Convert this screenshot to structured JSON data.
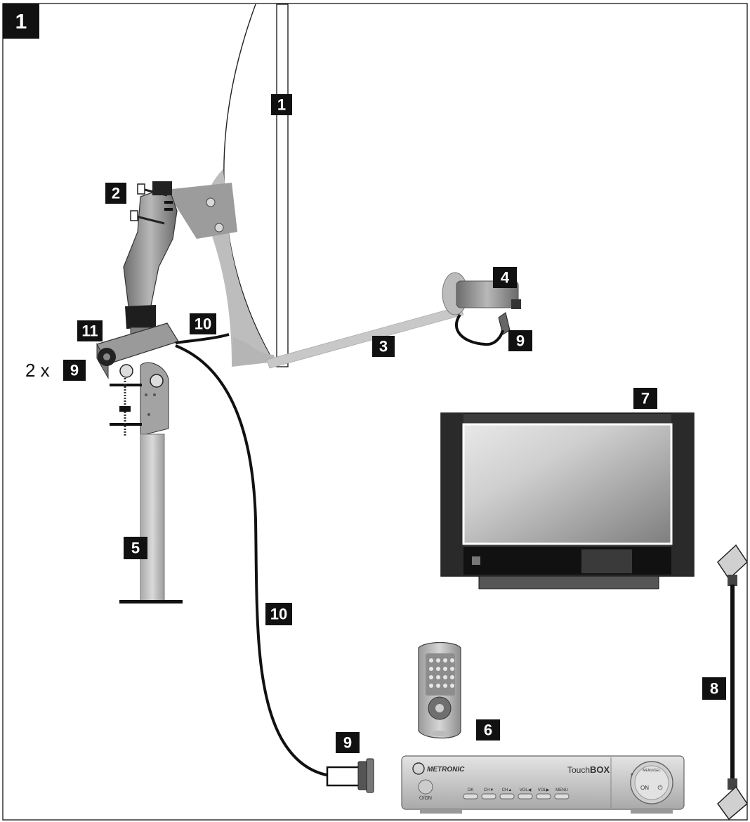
{
  "figure_number": "1",
  "labels": {
    "dish": "1",
    "bracket": "2",
    "arm": "3",
    "lnb": "4",
    "mast": "5",
    "remote_box": "6",
    "tv": "7",
    "scart": "8",
    "connector_lnb": "9",
    "connector_receiver": "9",
    "connector_pair": "9",
    "cable_short": "10",
    "cable_long": "10",
    "clamp": "11"
  },
  "connector_pair_prefix": "2 x",
  "receiver": {
    "brand": "METRONIC",
    "model_prefix": "Touch",
    "model_suffix": "BOX",
    "power_label": "⏻/ON",
    "buttons": [
      "OK",
      "CH▼",
      "CH▲",
      "VOL◀",
      "VOL▶",
      "MENU"
    ],
    "knob_top": "MENU/SEL",
    "knob_side": "P",
    "knob_left": "ON",
    "knob_right": "⏻"
  },
  "colors": {
    "black": "#111111",
    "dish_grey": "#bdbdbd",
    "arm_grey": "#c8c8c8",
    "metal": "#8f8f8f"
  }
}
